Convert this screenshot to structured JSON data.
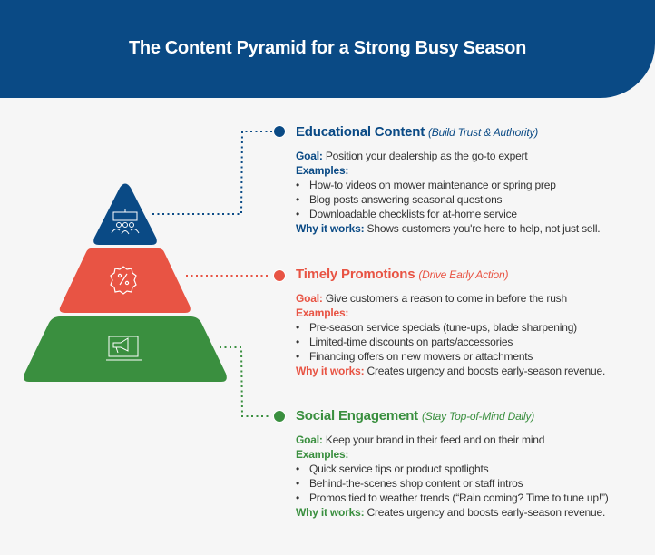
{
  "title": "The Content Pyramid for a Strong Busy Season",
  "colors": {
    "blue": "#0a4a85",
    "red": "#e85444",
    "green": "#3a8f3f"
  },
  "tiers": [
    {
      "name": "Educational Content",
      "subtitle": "(Build Trust & Authority)",
      "icon": "presentation-audience-icon",
      "goal_label": "Goal:",
      "goal": "Position your dealership as the go-to expert",
      "examples_label": "Examples:",
      "examples": [
        "How-to videos on mower maintenance or spring prep",
        "Blog posts answering seasonal questions",
        "Downloadable checklists for at-home service"
      ],
      "why_label": "Why it works:",
      "why": "Shows customers you're here to help, not just sell."
    },
    {
      "name": "Timely Promotions",
      "subtitle": "(Drive Early Action)",
      "icon": "discount-badge-icon",
      "goal_label": "Goal:",
      "goal": "Give customers a reason to come in before the rush",
      "examples_label": "Examples:",
      "examples": [
        "Pre-season service specials (tune-ups, blade sharpening)",
        "Limited-time discounts on parts/accessories",
        "Financing offers on new mowers or attachments"
      ],
      "why_label": "Why it works:",
      "why": "Creates urgency and boosts early-season revenue."
    },
    {
      "name": "Social Engagement",
      "subtitle": "(Stay Top-of-Mind Daily)",
      "icon": "laptop-megaphone-icon",
      "goal_label": "Goal:",
      "goal": "Keep your brand in their feed and on their mind",
      "examples_label": "Examples:",
      "examples": [
        "Quick service tips or product spotlights",
        "Behind-the-scenes shop content or staff intros",
        "Promos tied to weather trends (“Rain coming? Time to tune up!”)"
      ],
      "why_label": "Why it works:",
      "why": "Creates urgency and boosts early-season revenue."
    }
  ]
}
